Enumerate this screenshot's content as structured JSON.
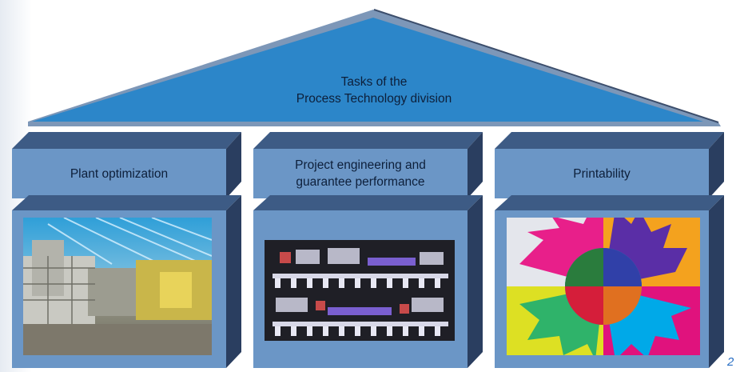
{
  "roof": {
    "line1": "Tasks of the",
    "line2": "Process Technology division"
  },
  "pillars": [
    {
      "label": "Plant optimization",
      "image_description": "photo"
    },
    {
      "label": "Project engineering and guarantee performance",
      "image_description": "schematic"
    },
    {
      "label": "Printability",
      "image_description": "color chart"
    }
  ],
  "page_number": "2",
  "colors": {
    "roof_fill": "#2c86c9",
    "roof_edge": "#7d97b8",
    "box_front": "#6b96c6",
    "box_top": "#3d5b85",
    "box_side": "#2a3e60",
    "text": "#0d1f3a",
    "page_number": "#2a6fc4"
  }
}
